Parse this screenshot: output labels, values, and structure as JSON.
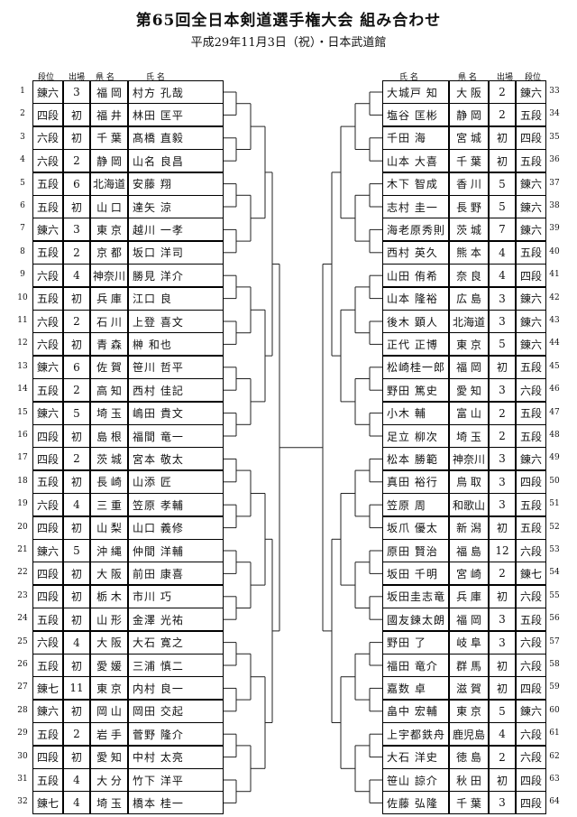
{
  "title": "第65回全日本剣道選手権大会 組み合わせ",
  "subtitle": "平成29年11月3日（祝）・日本武道館",
  "headers": {
    "left": [
      "段位",
      "出場",
      "県 名",
      "氏 名"
    ],
    "right": [
      "氏 名",
      "県 名",
      "出場",
      "段位"
    ]
  },
  "left": [
    {
      "no": "1",
      "rank": "錬六",
      "apps": "3",
      "pref": "福 岡",
      "name": "村方 孔哉"
    },
    {
      "no": "2",
      "rank": "四段",
      "apps": "初",
      "pref": "福 井",
      "name": "林田 匡平"
    },
    {
      "no": "3",
      "rank": "六段",
      "apps": "初",
      "pref": "千 葉",
      "name": "髙橋 直毅"
    },
    {
      "no": "4",
      "rank": "六段",
      "apps": "2",
      "pref": "静 岡",
      "name": "山名 良昌"
    },
    {
      "no": "5",
      "rank": "五段",
      "apps": "6",
      "pref": "北海道",
      "name": "安藤 翔"
    },
    {
      "no": "6",
      "rank": "五段",
      "apps": "初",
      "pref": "山 口",
      "name": "達矢 涼"
    },
    {
      "no": "7",
      "rank": "錬六",
      "apps": "3",
      "pref": "東 京",
      "name": "越川 一孝"
    },
    {
      "no": "8",
      "rank": "五段",
      "apps": "2",
      "pref": "京 都",
      "name": "坂口 洋司"
    },
    {
      "no": "9",
      "rank": "六段",
      "apps": "4",
      "pref": "神奈川",
      "name": "勝見 洋介"
    },
    {
      "no": "10",
      "rank": "五段",
      "apps": "初",
      "pref": "兵 庫",
      "name": "江口 良"
    },
    {
      "no": "11",
      "rank": "六段",
      "apps": "2",
      "pref": "石 川",
      "name": "上登 喜文"
    },
    {
      "no": "12",
      "rank": "六段",
      "apps": "初",
      "pref": "青 森",
      "name": "榊 和也"
    },
    {
      "no": "13",
      "rank": "錬六",
      "apps": "6",
      "pref": "佐 賀",
      "name": "笹川 哲平"
    },
    {
      "no": "14",
      "rank": "五段",
      "apps": "2",
      "pref": "高 知",
      "name": "西村 佳記"
    },
    {
      "no": "15",
      "rank": "錬六",
      "apps": "5",
      "pref": "埼 玉",
      "name": "嶋田 貴文"
    },
    {
      "no": "16",
      "rank": "四段",
      "apps": "初",
      "pref": "島 根",
      "name": "福間 竜一"
    },
    {
      "no": "17",
      "rank": "四段",
      "apps": "2",
      "pref": "茨 城",
      "name": "宮本 敬太"
    },
    {
      "no": "18",
      "rank": "五段",
      "apps": "初",
      "pref": "長 崎",
      "name": "山添 匠"
    },
    {
      "no": "19",
      "rank": "六段",
      "apps": "4",
      "pref": "三 重",
      "name": "笠原 孝輔"
    },
    {
      "no": "20",
      "rank": "四段",
      "apps": "初",
      "pref": "山 梨",
      "name": "山口 義修"
    },
    {
      "no": "21",
      "rank": "錬六",
      "apps": "5",
      "pref": "沖 縄",
      "name": "仲間 洋輔"
    },
    {
      "no": "22",
      "rank": "四段",
      "apps": "初",
      "pref": "大 阪",
      "name": "前田 康喜"
    },
    {
      "no": "23",
      "rank": "四段",
      "apps": "初",
      "pref": "栃 木",
      "name": "市川 巧"
    },
    {
      "no": "24",
      "rank": "五段",
      "apps": "初",
      "pref": "山 形",
      "name": "金澤 光祐"
    },
    {
      "no": "25",
      "rank": "六段",
      "apps": "4",
      "pref": "大 阪",
      "name": "大石 寛之"
    },
    {
      "no": "26",
      "rank": "五段",
      "apps": "初",
      "pref": "愛 媛",
      "name": "三浦 慎二"
    },
    {
      "no": "27",
      "rank": "錬七",
      "apps": "11",
      "pref": "東 京",
      "name": "内村 良一"
    },
    {
      "no": "28",
      "rank": "錬六",
      "apps": "初",
      "pref": "岡 山",
      "name": "岡田 交起"
    },
    {
      "no": "29",
      "rank": "五段",
      "apps": "2",
      "pref": "岩 手",
      "name": "菅野 隆介"
    },
    {
      "no": "30",
      "rank": "四段",
      "apps": "初",
      "pref": "愛 知",
      "name": "中村 太亮"
    },
    {
      "no": "31",
      "rank": "五段",
      "apps": "4",
      "pref": "大 分",
      "name": "竹下 洋平"
    },
    {
      "no": "32",
      "rank": "錬七",
      "apps": "4",
      "pref": "埼 玉",
      "name": "橋本 桂一"
    }
  ],
  "right": [
    {
      "no": "33",
      "name": "大城戸 知",
      "pref": "大 阪",
      "apps": "2",
      "rank": "錬六"
    },
    {
      "no": "34",
      "name": "塩谷 匡彬",
      "pref": "静 岡",
      "apps": "2",
      "rank": "五段"
    },
    {
      "no": "35",
      "name": "千田 海",
      "pref": "宮 城",
      "apps": "初",
      "rank": "四段"
    },
    {
      "no": "36",
      "name": "山本 大喜",
      "pref": "千 葉",
      "apps": "初",
      "rank": "五段"
    },
    {
      "no": "37",
      "name": "木下 智成",
      "pref": "香 川",
      "apps": "5",
      "rank": "錬六"
    },
    {
      "no": "38",
      "name": "志村 圭一",
      "pref": "長 野",
      "apps": "5",
      "rank": "錬六"
    },
    {
      "no": "39",
      "name": "海老原秀則",
      "pref": "茨 城",
      "apps": "7",
      "rank": "錬六"
    },
    {
      "no": "40",
      "name": "西村 英久",
      "pref": "熊 本",
      "apps": "4",
      "rank": "五段"
    },
    {
      "no": "41",
      "name": "山田 侑希",
      "pref": "奈 良",
      "apps": "4",
      "rank": "四段"
    },
    {
      "no": "42",
      "name": "山本 隆裕",
      "pref": "広 島",
      "apps": "3",
      "rank": "錬六"
    },
    {
      "no": "43",
      "name": "後木 顕人",
      "pref": "北海道",
      "apps": "3",
      "rank": "錬六"
    },
    {
      "no": "44",
      "name": "正代 正博",
      "pref": "東 京",
      "apps": "5",
      "rank": "錬六"
    },
    {
      "no": "45",
      "name": "松崎桂一郎",
      "pref": "福 岡",
      "apps": "初",
      "rank": "五段"
    },
    {
      "no": "46",
      "name": "野田 篤史",
      "pref": "愛 知",
      "apps": "3",
      "rank": "六段"
    },
    {
      "no": "47",
      "name": "小木 輔",
      "pref": "富 山",
      "apps": "2",
      "rank": "五段"
    },
    {
      "no": "48",
      "name": "足立 柳次",
      "pref": "埼 玉",
      "apps": "2",
      "rank": "五段"
    },
    {
      "no": "49",
      "name": "松本 勝範",
      "pref": "神奈川",
      "apps": "3",
      "rank": "錬六"
    },
    {
      "no": "50",
      "name": "真田 裕行",
      "pref": "鳥 取",
      "apps": "3",
      "rank": "四段"
    },
    {
      "no": "51",
      "name": "笠原 周",
      "pref": "和歌山",
      "apps": "3",
      "rank": "五段"
    },
    {
      "no": "52",
      "name": "坂爪 優太",
      "pref": "新 潟",
      "apps": "初",
      "rank": "五段"
    },
    {
      "no": "53",
      "name": "原田 賢治",
      "pref": "福 島",
      "apps": "12",
      "rank": "六段"
    },
    {
      "no": "54",
      "name": "坂田 千明",
      "pref": "宮 崎",
      "apps": "2",
      "rank": "錬七"
    },
    {
      "no": "55",
      "name": "坂田圭志竜",
      "pref": "兵 庫",
      "apps": "初",
      "rank": "六段"
    },
    {
      "no": "56",
      "name": "國友鍊太朗",
      "pref": "福 岡",
      "apps": "3",
      "rank": "五段"
    },
    {
      "no": "57",
      "name": "野田 了",
      "pref": "岐 阜",
      "apps": "3",
      "rank": "六段"
    },
    {
      "no": "58",
      "name": "福田 竜介",
      "pref": "群 馬",
      "apps": "初",
      "rank": "六段"
    },
    {
      "no": "59",
      "name": "嘉数 卓",
      "pref": "滋 賀",
      "apps": "初",
      "rank": "四段"
    },
    {
      "no": "60",
      "name": "畠中 宏輔",
      "pref": "東 京",
      "apps": "5",
      "rank": "錬六"
    },
    {
      "no": "61",
      "name": "上宇都鉄舟",
      "pref": "鹿児島",
      "apps": "4",
      "rank": "六段"
    },
    {
      "no": "62",
      "name": "大石 洋史",
      "pref": "徳 島",
      "apps": "2",
      "rank": "六段"
    },
    {
      "no": "63",
      "name": "笹山 諒介",
      "pref": "秋 田",
      "apps": "初",
      "rank": "四段"
    },
    {
      "no": "64",
      "name": "佐藤 弘隆",
      "pref": "千 葉",
      "apps": "3",
      "rank": "四段"
    }
  ]
}
